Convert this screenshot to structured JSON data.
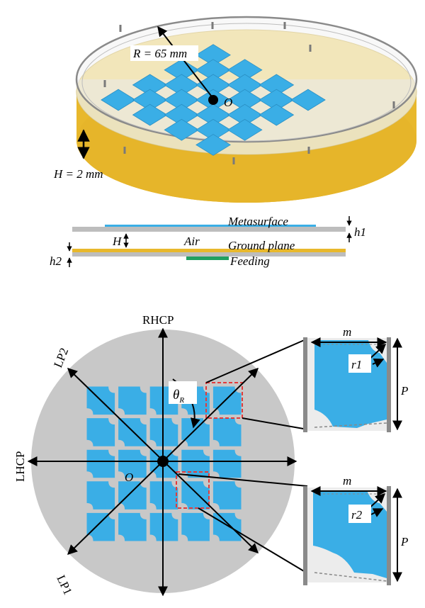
{
  "top_view": {
    "radius_label": "R = 65 mm",
    "center_label": "O",
    "height_label": "H = 2 mm"
  },
  "cross_section": {
    "metasurface": "Metasurface",
    "air": "Air",
    "ground_plane": "Ground plane",
    "feeding": "Feeding",
    "h_label": "H",
    "h1_label": "h1",
    "h2_label": "h2"
  },
  "plan_view": {
    "rhcp": "RHCP",
    "lhcp": "LHCP",
    "lp1": "LP1",
    "lp2": "LP2",
    "theta": "θ",
    "theta_sub": "R",
    "center_label": "O"
  },
  "zoom_upper": {
    "m": "m",
    "r": "r1",
    "p": "P"
  },
  "zoom_lower": {
    "m": "m",
    "r": "r2",
    "p": "P"
  },
  "colors": {
    "patch": "#3aaee6",
    "substrate": "#f3dc88",
    "ground_plane": "#e8b82c",
    "feeding": "#20a060",
    "disk": "#c8c8c8"
  }
}
